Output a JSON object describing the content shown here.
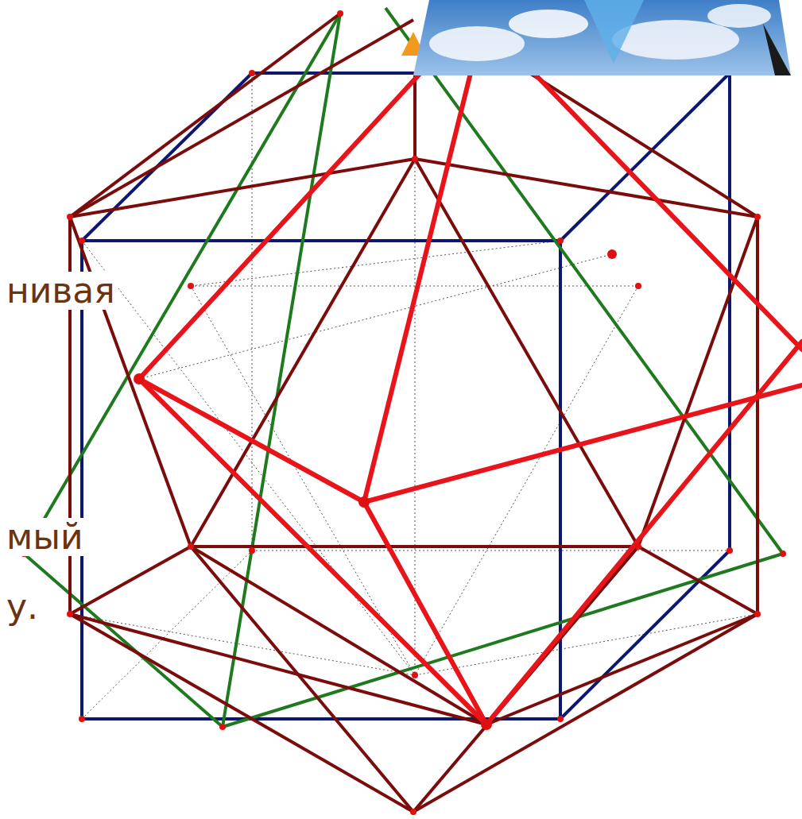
{
  "diagram": {
    "labels": [
      "нивая",
      "мый",
      "у."
    ]
  }
}
